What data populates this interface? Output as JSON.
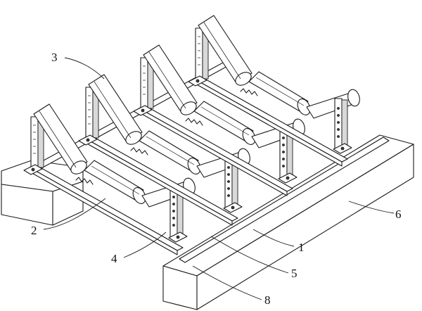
{
  "labels": [
    {
      "id": "1",
      "text": "1"
    },
    {
      "id": "2",
      "text": "2"
    },
    {
      "id": "3",
      "text": "3"
    },
    {
      "id": "4",
      "text": "4"
    },
    {
      "id": "5",
      "text": "5"
    },
    {
      "id": "6",
      "text": "6"
    },
    {
      "id": "8",
      "text": "8"
    }
  ]
}
